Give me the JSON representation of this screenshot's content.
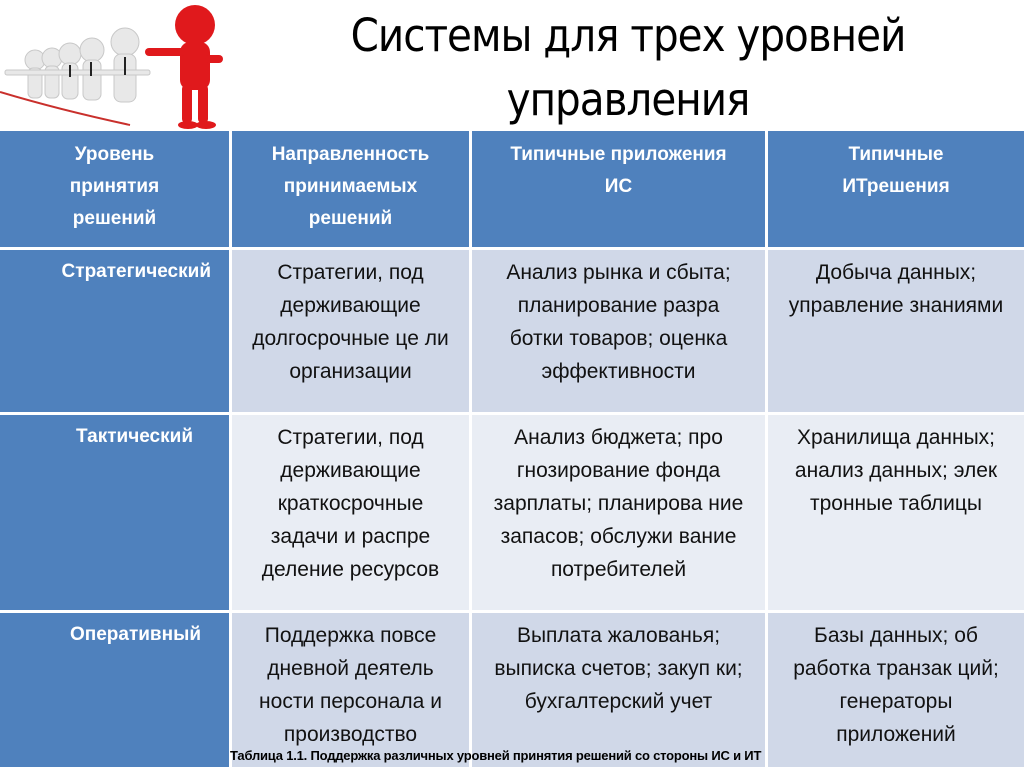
{
  "slide": {
    "title_line1": "Системы для трех уровней",
    "title_line2": "управления",
    "illustration": "leader-figure-red-with-white-followers",
    "caption": "Таблица 1.1. Поддержка различных уровней принятия решений со стороны ИС и ИТ"
  },
  "colors": {
    "header_bg": "#4f81bd",
    "row_odd_bg": "#d0d8e8",
    "row_even_bg": "#e9edf4",
    "leader_red": "#e0191c"
  },
  "table": {
    "headers": [
      [
        "Уровень",
        "принятия",
        "решений"
      ],
      [
        "Направленность",
        "принимаемых",
        "решений"
      ],
      [
        "Типичные приложения",
        "ИС"
      ],
      [
        "Типичные",
        "ИТрешения"
      ]
    ],
    "rows": [
      {
        "level": "Стратегический",
        "direction": [
          "Стратегии, под",
          "держивающие",
          "долгосрочные це ли",
          "организации"
        ],
        "apps": [
          "Анализ рынка и сбыта;",
          "планирование разра",
          "ботки товаров; оценка",
          "эффективности"
        ],
        "it": [
          "Добыча данных;",
          "управление знаниями"
        ]
      },
      {
        "level": "Тактический",
        "direction": [
          "Стратегии, под",
          "держивающие",
          "краткосрочные",
          "задачи и распре",
          "деление ресурсов"
        ],
        "apps": [
          "Анализ бюджета; про",
          "гнозирование фонда",
          "зарплаты; планирова ние",
          "запасов; обслужи вание",
          "потребителей"
        ],
        "it": [
          "Хранилища данных;",
          "анализ данных; элек",
          "тронные таблицы"
        ]
      },
      {
        "level": "Оперативный",
        "direction": [
          "Поддержка повсе",
          "дневной деятель",
          "ности персонала и",
          "производство"
        ],
        "apps": [
          "Выплата жалованья;",
          "выписка счетов; закуп ки;",
          "бухгалтерский учет"
        ],
        "it": [
          "Базы данных; об",
          "работка транзак ций;",
          "генераторы",
          "приложений"
        ]
      }
    ]
  }
}
